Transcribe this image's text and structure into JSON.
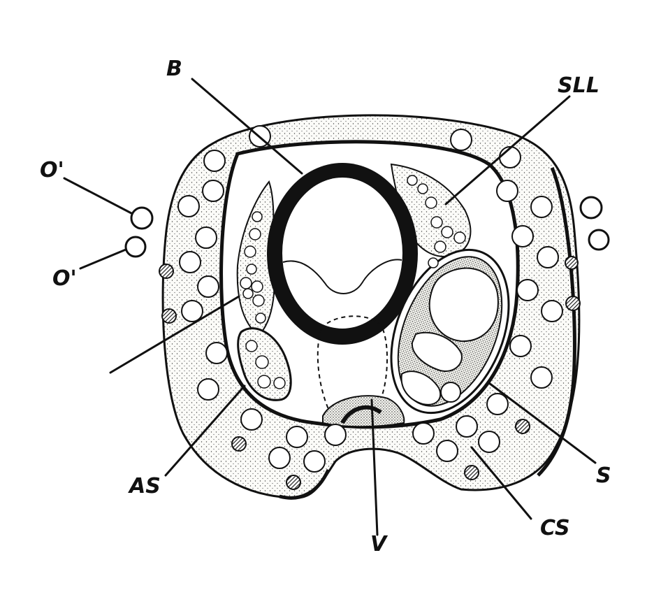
{
  "labels": {
    "B": "B",
    "SLL": "SLL",
    "O1": "O'",
    "O2": "O'",
    "AS": "AS",
    "V": "V",
    "S": "S",
    "CS": "CS"
  }
}
